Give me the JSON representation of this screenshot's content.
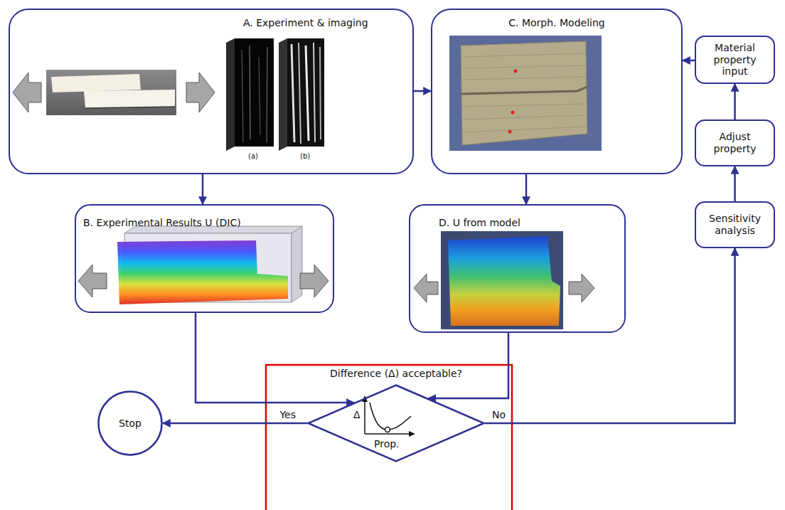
{
  "diagram": {
    "nodes": [
      {
        "text": [
          "A. Experiment & imaging"
        ]
      },
      {
        "text": [
          "C. Morph. Modeling"
        ]
      },
      {
        "text": [
          "Material property input"
        ]
      },
      {
        "text": [
          "B. Experimental Results U (DIC)"
        ]
      },
      {
        "text": [
          "D. U from model"
        ]
      },
      {
        "text": [
          "Adjust property"
        ]
      },
      {
        "text": [
          "Sensitivity analysis"
        ]
      },
      {
        "text": [
          "Difference (Δ) acceptable?",
          "Δ",
          "Prop."
        ]
      },
      {
        "text": [
          "Stop"
        ]
      }
    ],
    "edges": [
      {
        "from": 0,
        "to": 1,
        "arrow": "to"
      },
      {
        "from": 0,
        "to": 3,
        "arrow": "to"
      },
      {
        "from": 1,
        "to": 4,
        "arrow": "to"
      },
      {
        "from": 3,
        "to": 7,
        "arrow": "to"
      },
      {
        "from": 4,
        "to": 7,
        "arrow": "to"
      },
      {
        "from": 7,
        "to": 8,
        "label": "Yes",
        "arrow": "to"
      },
      {
        "from": 7,
        "to": 6,
        "label": "No",
        "arrow": "to"
      },
      {
        "from": 6,
        "to": 5,
        "arrow": "to"
      },
      {
        "from": 5,
        "to": 2,
        "arrow": "to"
      },
      {
        "from": 2,
        "to": 1,
        "arrow": "to"
      }
    ],
    "labels": [
      "(a)",
      "(b)"
    ]
  }
}
